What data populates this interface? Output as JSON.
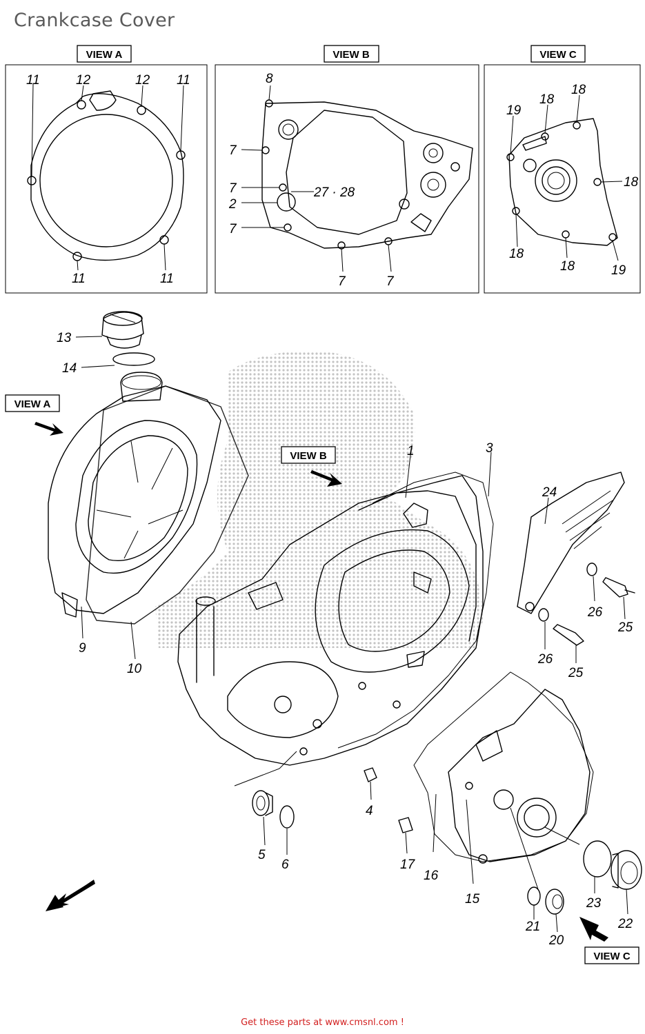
{
  "title": "Crankcase Cover",
  "footer": "Get these parts at www.cmsnl.com !",
  "view_labels": {
    "a": "VIEW A",
    "b": "VIEW B",
    "c": "VIEW C"
  },
  "callouts": {
    "v_a_11": "11",
    "v_a_12": "12",
    "v_b_8": "8",
    "v_b_7": "7",
    "v_b_2": "2",
    "v_b_2728": "27 · 28",
    "v_c_18": "18",
    "v_c_19": "19",
    "p1": "1",
    "p2": "2",
    "p3": "3",
    "p4": "4",
    "p5": "5",
    "p6": "6",
    "p9": "9",
    "p10": "10",
    "p13": "13",
    "p14": "14",
    "p15": "15",
    "p16": "16",
    "p17": "17",
    "p20": "20",
    "p21": "21",
    "p22": "22",
    "p23": "23",
    "p24": "24",
    "p25": "25",
    "p26": "26"
  }
}
